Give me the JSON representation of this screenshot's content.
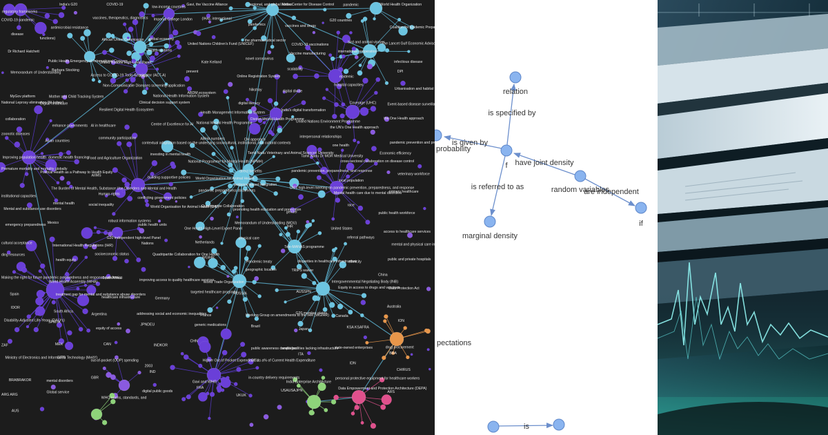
{
  "colors": {
    "graph_background": "#1c1c1c",
    "purple_node": "#6a3fd8",
    "purple_light": "#8a5ae0",
    "blue_node": "#6cc4e0",
    "teal_edge": "#5fb9d9",
    "purple_edge": "#5a3ad0",
    "orange_node": "#e8964a",
    "pink_node": "#e0508c",
    "green_node": "#8ed37a",
    "concept_node": "#8ab4ef",
    "concept_edge": "#6c8fcc"
  },
  "knowledge_graph": {
    "labels": [
      "regulatory frameworks",
      "India's G20",
      "COVID-19",
      "low-income countries",
      "Gavi, the Vaccine Alliance",
      "regional, and global bodies",
      "Africa Center for Disease Control",
      "pandemic",
      "World Health Organization",
      "COVID-19 pandemic",
      "antimicrobial resistance",
      "vaccines, therapeutics, diagnostics",
      "Imperial College London",
      "(IHA), international",
      "pandemics",
      "vaccines and drugs",
      "G20 countries",
      "Coalition for Epidemic Preparedness Innovations (CEPI)",
      "disease",
      "functions)",
      "African Union Commission",
      "global economy",
      "United Nations Children's Fund (UNICEF)",
      "the pharmaceutical sector",
      "COVID-19 vaccinations",
      "bird and animal viruses",
      "The Lancet Gulf Economic Advisory",
      "Dr Richard Hatchett",
      "Public Health Emergency of International Concern",
      "United Nations High-Level Panel",
      "health systems",
      "Kate Kelland",
      "novel coronavirus",
      "Vaccine manufacturing",
      "international cooperation",
      "infectious disease",
      "Memorandum of Understanding",
      "Barbara Stocking",
      "Access to COVID-19 Tools Accelerator (ACT-A)",
      "India",
      "prevent",
      "Online Registration System",
      "scalability",
      "epidemic",
      "DPI",
      "MyGov platform",
      "Mother and Child Tracking System",
      "Non-Communicable Diseases screening application",
      "National Health Information System",
      "ABDM ecosystem",
      "Nikshay",
      "digital divide",
      "hospital capacities",
      "Urbanisation and habitat fragmentation",
      "National Leprosy elimination (Ni-kshay)",
      "Digital healthcare",
      "Resilient Digital Health Ecosystem",
      "Clinical decision support system",
      "Health Management Information System",
      "digital literacy",
      "India's digital transformation",
      "Coverage (UHC)",
      "Event-based disease surveillance",
      "collaboration",
      "enhance governments",
      "AI in healthcare",
      "Centre of Excellence for AI",
      "National Mental Health Programme",
      "District Mental Health Programme",
      "United Nations Environment Programme",
      "the UN's One Health approach",
      "the One Health approach",
      "zoonotic diseases",
      "Asian countries",
      "community participation",
      "contextual adaptation based on the underlying sociocultural, institutional, and cultural contexts",
      "ABHA numbers",
      "OH approach",
      "interpersonal relationships",
      "one health",
      "pandemic prevention and preparedness",
      "Improving population health",
      "domestic health financing",
      "Food and Agriculture Organization",
      "investing in mental health",
      "National Programme for Mental Health (NPMH)",
      "Tamil Nadu Veterinary and Animal Sciences University",
      "Tamil Nadu Dr MGR Medical University",
      "cross-sectoral collaboration on disease control",
      "Economic efficiency",
      "Premature mortality and mortality globally",
      "Political Health as a Pathway to Health Equity",
      "AIIMS",
      "building supportive policies",
      "World Organisation for Animal Health",
      "direct benefits",
      "pandemic prevention, preparedness, and response",
      "local population",
      "veterinary workforce",
      "institutional capacities",
      "The Burden of Mental Health, Substance Use Disorders and Mental and Health",
      "Human rights",
      "conflicting government policies",
      "pandemic preparedness documents",
      "evidence-based integration",
      "UN's high-level meeting on pandemic prevention, preparedness, and response",
      "Mental health care due to mental disorders",
      "primary healthcare",
      "Mental and substance use disorders",
      "mental health",
      "social inequality",
      "World Organisation for Animal Health (OIE)",
      "Quadripartite Collaboration",
      "promoting health education and prevention",
      "gender",
      "race",
      "public health workforce",
      "emergency preparedness",
      "Mexico",
      "robust information systems",
      "public health units",
      "One Health High-Level Expert Panel",
      "Memorandum of Understanding (MOU)",
      "IHR",
      "United States",
      "access to healthcare services",
      "cultural acceptance",
      "International Health Regulations (IHR)",
      "G20 independent high-level Panel",
      "Nations",
      "Netherlands",
      "physical care",
      "Tele-MANAS programme",
      "referral pathways",
      "mental and physical care integration",
      "ding resources",
      "health equity",
      "socioeconomic status",
      "Quadripartite Collaboration for One Health",
      "WGIHR",
      "Pandemic treaty",
      "disparities in healthcare infrastructure",
      "ethnicity",
      "public and private hospitals",
      "Making the right for future pandemic preparedness and response pandemics",
      "World Health Assembly (WHA)",
      "South Africa",
      "improving access to quality healthcare services",
      "World Trade Organization",
      "geographic location",
      "TRIPS waiver",
      "Intergovernmental Negotiating Body (INB)",
      "China",
      "Spain",
      "treatment gap for mental and substance abuse disorders",
      "healthcare infrastructure",
      "Germany",
      "targeted healthcare programs",
      "RUSSIA",
      "AUSSPN",
      "Equity in access to drugs and vaccines",
      "Data Protection Act",
      "IDOR",
      "South Africa",
      "Argentina",
      "addressing social and economic inequalities",
      "France",
      "Working Group on amendments to the IHR (WGIHR)",
      "G20 member states",
      "Canada",
      "Australia",
      "Disability-Adjusted Life-Years (DALYs)",
      "SPMTA",
      "equity of access",
      "JPNDEU",
      "generic medications",
      "Brazil",
      "Japan",
      "KSA KSAFRA",
      "ION",
      "ZAF",
      "MEX",
      "CAN",
      "INDKOR",
      "CHN",
      "public awareness campaigns",
      "health facilities lacking infrastructure",
      "state-owned enterprises",
      "drug procurement",
      "Ministry of Electronics and Information Technology (MeitY)",
      "(UPI)",
      "out-of-pocket (OOP) spending",
      "2003",
      "Higher Out of Pocket Expenditure as a% of Current Health Expenditure",
      "DEU",
      "ITA",
      "IDN",
      "BRA",
      "BRABRAKOR",
      "mental disorders",
      "GBR",
      "IND",
      "Gavi and WHO",
      "in-country delivery requirements",
      "India Enterprise Architecture",
      "personal protective equipment for healthcare workers",
      "CHIRUS",
      "ARG ARG",
      "Global service",
      "WHO norms, standards, and",
      "digital public goods",
      "FRA",
      "UKUK",
      "USAUSAJPN",
      "Data Empowerment and Protection Architecture (DEPA)",
      "ARS",
      "AUS"
    ]
  },
  "concept_graph": {
    "nodes": [
      "relation",
      "f",
      "probability",
      "random variables",
      "if",
      "marginal density",
      "pectations"
    ],
    "edges": [
      {
        "label": "is specified by"
      },
      {
        "label": "is given by"
      },
      {
        "label": "have joint density"
      },
      {
        "label": "is referred to as"
      },
      {
        "label": "are independent"
      },
      {
        "label": "is"
      }
    ]
  }
}
